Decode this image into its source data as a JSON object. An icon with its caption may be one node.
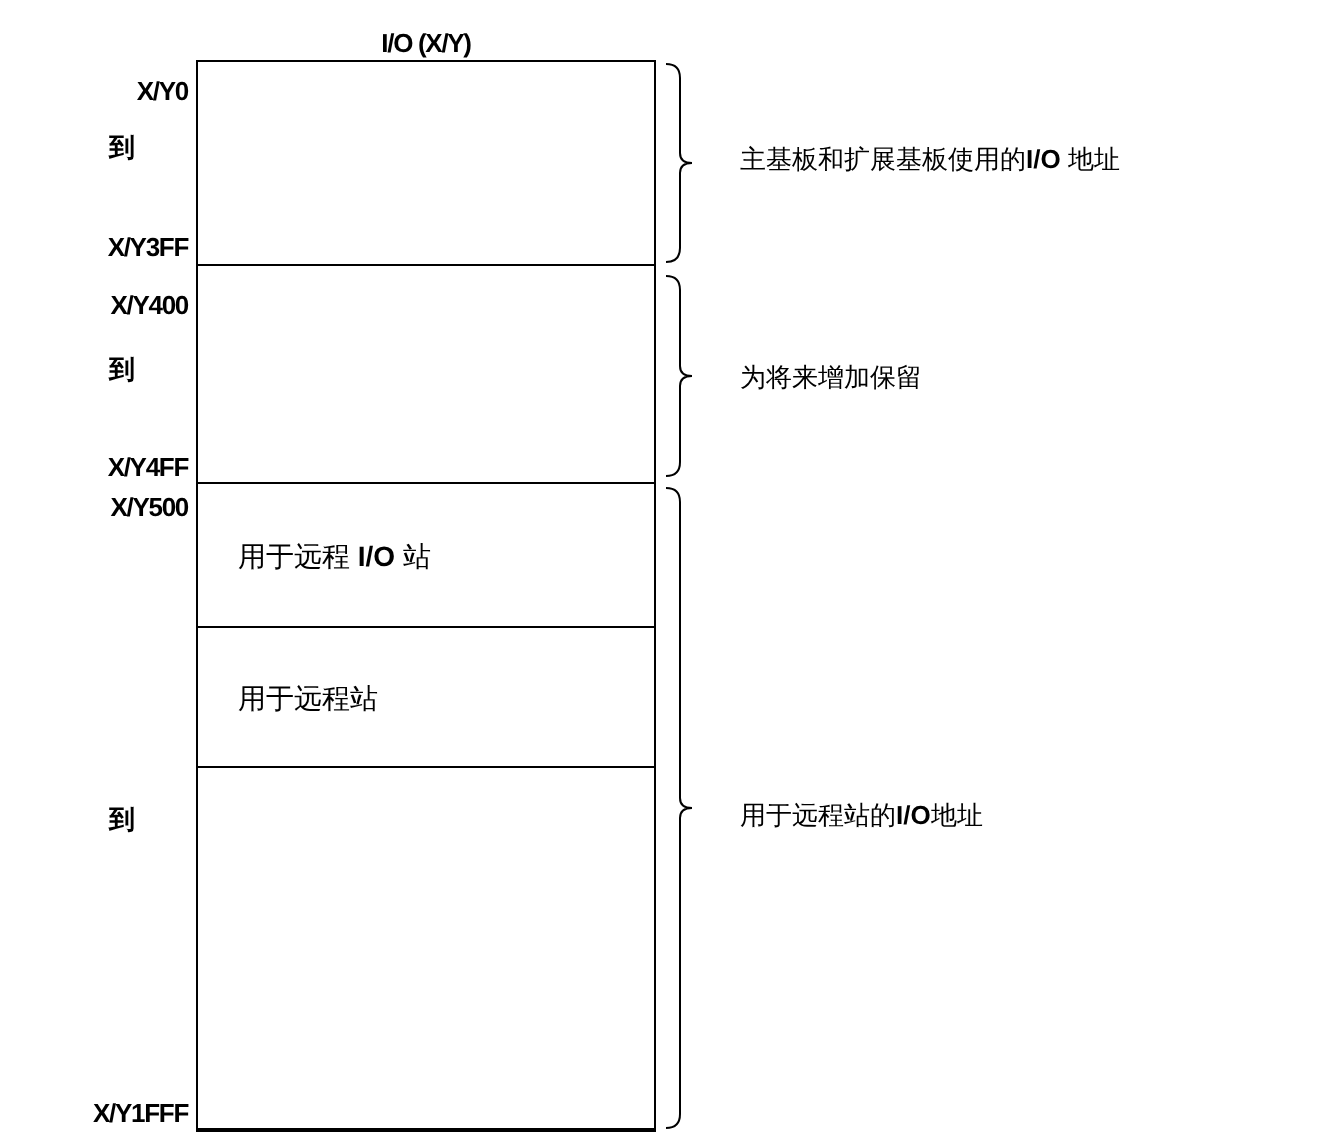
{
  "diagram": {
    "nodes": [
      {
        "text": [
          "I/O (X/Y)"
        ]
      },
      {
        "text": [],
        "shape": "box",
        "in": 0
      },
      {
        "text": [],
        "shape": "box",
        "in": 0
      },
      {
        "text": [
          "用于远程 **I/O** 站"
        ],
        "in": 0
      },
      {
        "text": [
          "用于远程站"
        ],
        "in": 0
      },
      {
        "text": [],
        "shape": "box",
        "in": 0
      }
    ],
    "labels": [
      "X/Y0",
      "到",
      "主基板和扩展基板使用的**I/O** 地址",
      "X/Y3FF",
      "X/Y400",
      "到",
      "为将来增加保留",
      "X/Y4FF",
      "X/Y500",
      "到",
      "用于远程站的**I/O**地址",
      "X/Y1FFF"
    ]
  }
}
